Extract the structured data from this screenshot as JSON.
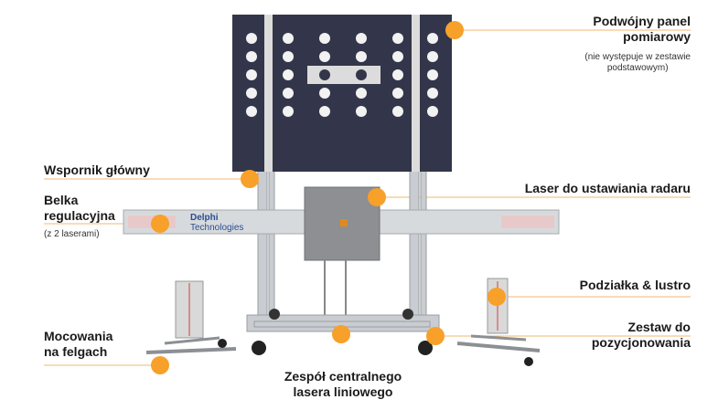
{
  "labels": {
    "panel_title": "Podwójny panel\npomiarowy",
    "panel_note": "(nie występuje w zestawie\npodstawowym)",
    "main_bracket": "Wspornik główny",
    "radar_laser": "Laser do ustawiania radaru",
    "beam_title": "Belka\nregulacyjna",
    "beam_note": "(z 2 laserami)",
    "scale_mirror": "Podziałka & lustro",
    "wheel_mounts": "Mocowania\nna felgach",
    "positioning_kit": "Zestaw do\npozycjonowania",
    "central_laser": "Zespół centralnego\nlasera liniowego"
  },
  "brand": {
    "line1": "Delphi",
    "line2": "Technologies"
  },
  "colors": {
    "accent": "#f7a02a",
    "panel": "#33364a",
    "leader_line": "#f0b970"
  }
}
